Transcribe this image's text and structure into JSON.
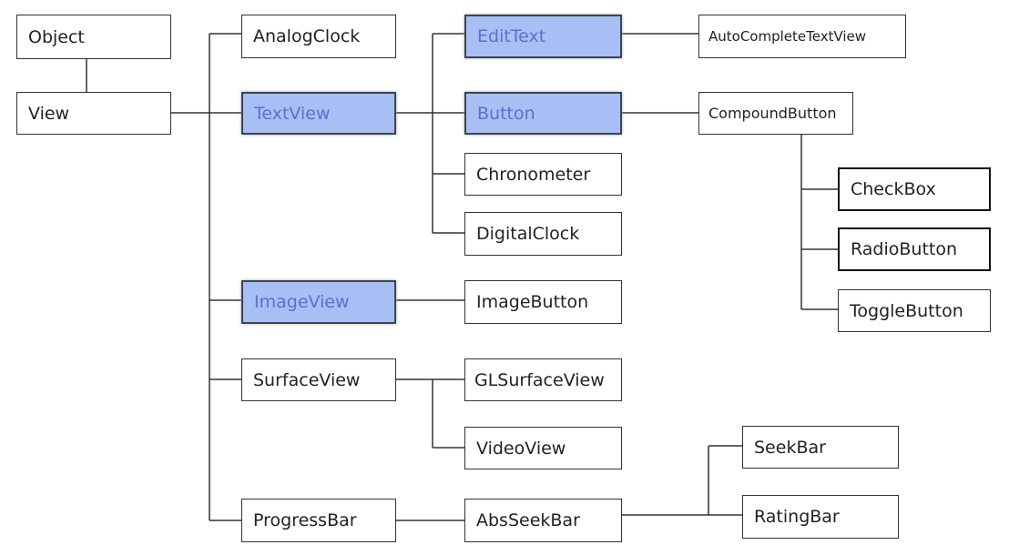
{
  "nodes": {
    "object": "Object",
    "view": "View",
    "analogclock": "AnalogClock",
    "textview": "TextView",
    "imageview": "ImageView",
    "surfaceview": "SurfaceView",
    "progressbar": "ProgressBar",
    "edittext": "EditText",
    "button": "Button",
    "chronometer": "Chronometer",
    "digitalclock": "DigitalClock",
    "imagebutton": "ImageButton",
    "glsurfaceview": "GLSurfaceView",
    "videoview": "VideoView",
    "absseekbar": "AbsSeekBar",
    "autocompletetextview": "AutoCompleteTextView",
    "compoundbutton": "CompoundButton",
    "checkbox": "CheckBox",
    "radiobutton": "RadioButton",
    "togglebutton": "ToggleButton",
    "seekbar": "SeekBar",
    "ratingbar": "RatingBar"
  },
  "colors": {
    "highlight_fill": "#a8bff5",
    "highlight_text": "#5a72c8",
    "line": "#333333"
  }
}
